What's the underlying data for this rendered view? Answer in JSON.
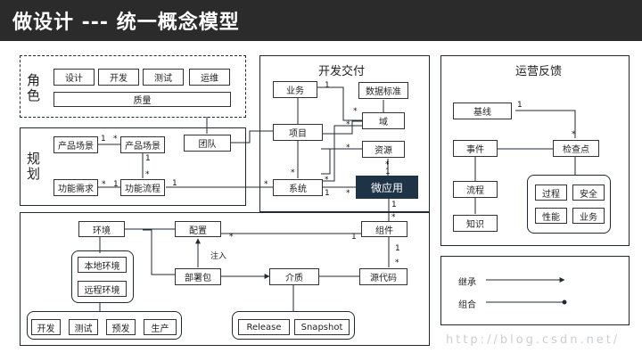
{
  "header": {
    "title": "做设计 --- 统一概念模型"
  },
  "colors": {
    "header_bg": "#2b2b2b",
    "accent_box": "#1f3347",
    "line": "#1f2a33"
  },
  "roles": {
    "title": "角色",
    "items": [
      "设计",
      "开发",
      "测试",
      "运维"
    ],
    "quality": "质量"
  },
  "plan": {
    "title": "规划",
    "items": {
      "product_scene_a": "产品场景",
      "product_scene_b": "产品场景",
      "team": "团队",
      "feature_req": "功能需求",
      "feature_flow": "功能流程"
    }
  },
  "delivery": {
    "title": "开发交付",
    "items": {
      "business": "业务",
      "data_standard": "数据标准",
      "domain": "域",
      "project": "项目",
      "resource": "资源",
      "system": "系统",
      "micro_app": "微应用"
    }
  },
  "runtime": {
    "items": {
      "env": "环境",
      "config": "配置",
      "component": "组件",
      "local_env": "本地环境",
      "remote_env": "远程环境",
      "deploy_pkg": "部署包",
      "inject": "注入",
      "medium": "介质",
      "source_code": "源代码"
    },
    "env_types": [
      "开发",
      "测试",
      "预发",
      "生产"
    ],
    "media_types": [
      "Release",
      "Snapshot"
    ]
  },
  "ops": {
    "title": "运营反馈",
    "items": {
      "baseline": "基线",
      "event": "事件",
      "checkpoint": "检查点",
      "flow": "流程",
      "knowledge": "知识"
    },
    "check_types": [
      "过程",
      "安全",
      "性能",
      "业务"
    ]
  },
  "legend": {
    "inherit": "继承",
    "compose": "组合"
  },
  "multiplicity": {
    "one": "1",
    "many": "*"
  },
  "watermark": "http://blog.csdn.net/"
}
